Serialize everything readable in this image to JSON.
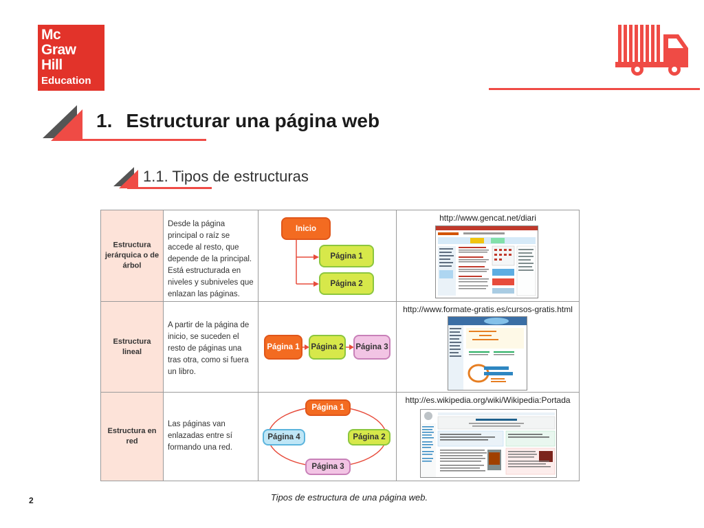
{
  "brand": {
    "logo_lines": [
      "Mc",
      "Graw",
      "Hill",
      "Education"
    ],
    "accent": "#ef4b45",
    "logo_bg": "#e2332a"
  },
  "heading": {
    "number": "1.",
    "title": "Estructurar una página web"
  },
  "subheading": "1.1. Tipos de estructuras",
  "table": {
    "rows": [
      {
        "label": "Estructura jerárquica o de árbol",
        "description": "Desde la página principal o raíz se accede al resto, que depende de la principal. Está estructurada en niveles y subniveles que enlazan las páginas.",
        "url": "http://www.gencat.net/diari",
        "nodes": [
          "Inicio",
          "Página 1",
          "Página 2"
        ]
      },
      {
        "label": "Estructura lineal",
        "description": "A partir de la página de inicio, se suceden el resto de páginas una tras otra, como si fuera un libro.",
        "url": "http://www.formate-gratis.es/cursos-gratis.html",
        "nodes": [
          "Página 1",
          "Página 2",
          "Página 3"
        ]
      },
      {
        "label": "Estructura en red",
        "description": "Las páginas van enlazadas entre sí formando una red.",
        "url": "http://es.wikipedia.org/wiki/Wikipedia:Portada",
        "nodes": [
          "Página 1",
          "Página 2",
          "Página 3",
          "Página 4"
        ]
      }
    ]
  },
  "caption": "Tipos de estructura de una página web.",
  "page_number": "2",
  "icons": [
    "truck-icon"
  ]
}
